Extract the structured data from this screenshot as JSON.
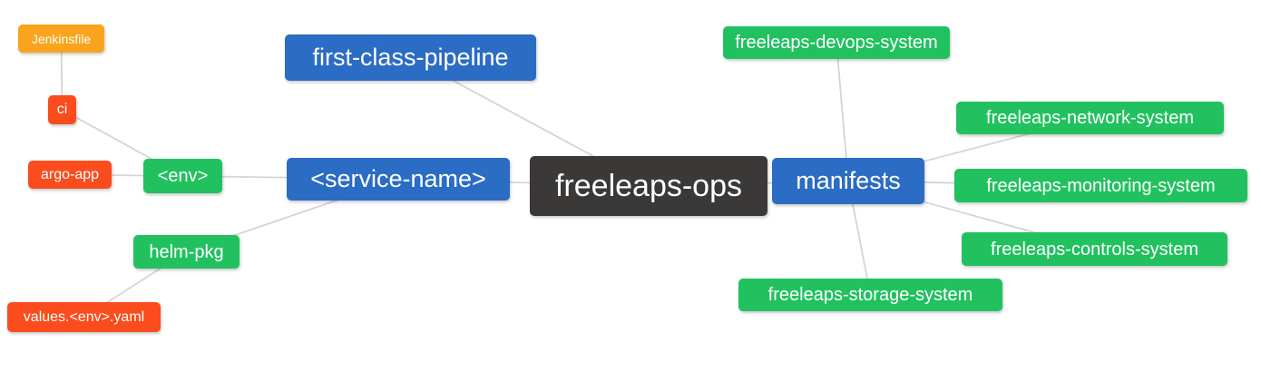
{
  "diagram": {
    "type": "mindmap",
    "root_label": "freeleaps-ops",
    "colors": {
      "root_dark": "#3B3838",
      "branch_blue": "#2B6CC4",
      "leaf_green": "#22C160",
      "leaf_red": "#FA4C1D",
      "leaf_amber": "#F9A41C",
      "edge_gray": "#D4D4D4",
      "node_text": "#FFFFFF",
      "canvas_bg": "#FFFFFF"
    },
    "nodes": [
      {
        "id": "freeleaps-ops",
        "label": "freeleaps-ops",
        "level": 0,
        "color": "root_dark"
      },
      {
        "id": "first-class-pipeline",
        "label": "first-class-pipeline",
        "level": 1,
        "color": "branch_blue"
      },
      {
        "id": "service-name",
        "label": "<service-name>",
        "level": 1,
        "color": "branch_blue"
      },
      {
        "id": "manifests",
        "label": "manifests",
        "level": 1,
        "color": "branch_blue"
      },
      {
        "id": "env",
        "label": "<env>",
        "level": 2,
        "color": "leaf_green"
      },
      {
        "id": "helm-pkg",
        "label": "helm-pkg",
        "level": 2,
        "color": "leaf_green"
      },
      {
        "id": "ci",
        "label": "ci",
        "level": 3,
        "color": "leaf_red"
      },
      {
        "id": "argo-app",
        "label": "argo-app",
        "level": 3,
        "color": "leaf_red"
      },
      {
        "id": "values-env-yaml",
        "label": "values.<env>.yaml",
        "level": 3,
        "color": "leaf_red"
      },
      {
        "id": "jenkinsfile",
        "label": "Jenkinsfile",
        "level": 4,
        "color": "leaf_amber"
      },
      {
        "id": "freeleaps-devops-system",
        "label": "freeleaps-devops-system",
        "level": 2,
        "color": "leaf_green"
      },
      {
        "id": "freeleaps-network-system",
        "label": "freeleaps-network-system",
        "level": 2,
        "color": "leaf_green"
      },
      {
        "id": "freeleaps-monitoring-system",
        "label": "freeleaps-monitoring-system",
        "level": 2,
        "color": "leaf_green"
      },
      {
        "id": "freeleaps-controls-system",
        "label": "freeleaps-controls-system",
        "level": 2,
        "color": "leaf_green"
      },
      {
        "id": "freeleaps-storage-system",
        "label": "freeleaps-storage-system",
        "level": 2,
        "color": "leaf_green"
      }
    ],
    "edges": [
      {
        "from": "freeleaps-ops",
        "to": "first-class-pipeline"
      },
      {
        "from": "freeleaps-ops",
        "to": "service-name"
      },
      {
        "from": "freeleaps-ops",
        "to": "manifests"
      },
      {
        "from": "service-name",
        "to": "env"
      },
      {
        "from": "service-name",
        "to": "helm-pkg"
      },
      {
        "from": "env",
        "to": "ci"
      },
      {
        "from": "env",
        "to": "argo-app"
      },
      {
        "from": "ci",
        "to": "jenkinsfile"
      },
      {
        "from": "helm-pkg",
        "to": "values-env-yaml"
      },
      {
        "from": "manifests",
        "to": "freeleaps-devops-system"
      },
      {
        "from": "manifests",
        "to": "freeleaps-network-system"
      },
      {
        "from": "manifests",
        "to": "freeleaps-monitoring-system"
      },
      {
        "from": "manifests",
        "to": "freeleaps-controls-system"
      },
      {
        "from": "manifests",
        "to": "freeleaps-storage-system"
      }
    ]
  }
}
